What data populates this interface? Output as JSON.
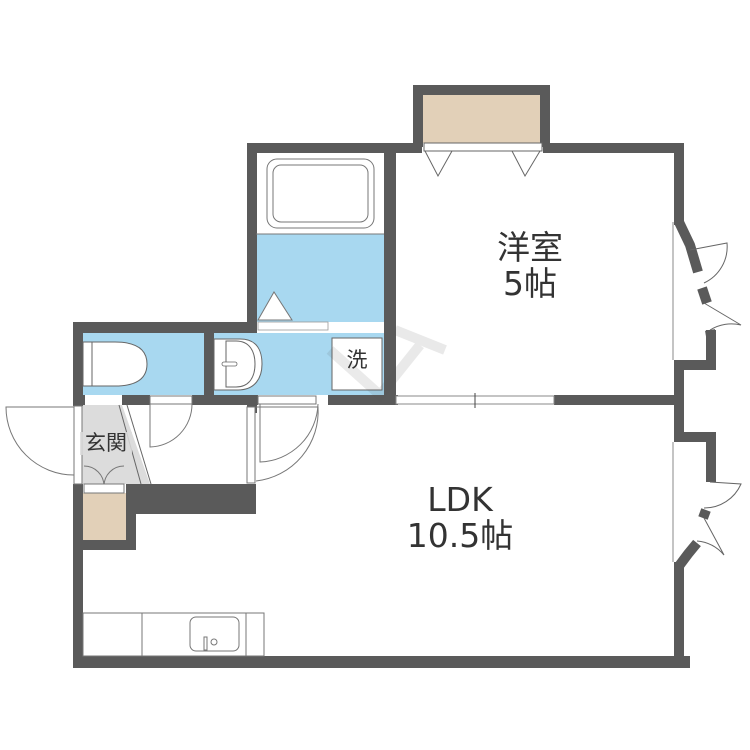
{
  "plan": {
    "title": "Floor plan 1LDK",
    "colors": {
      "wall": "#5a5a5a",
      "wet_area": "#a8d8f0",
      "storage": "#e2d0b8",
      "genkan_floor": "#dcdcdc",
      "floor": "#ffffff",
      "line": "#555555",
      "text": "#333333"
    },
    "rooms": {
      "western_room": {
        "name": "洋室",
        "size": "5帖"
      },
      "ldk": {
        "name": "LDK",
        "size": "10.5帖"
      },
      "entrance": {
        "name": "玄関"
      },
      "washroom": {
        "name": "洗"
      }
    },
    "fixtures": {
      "bathtub": "bathtub-icon",
      "toilet": "toilet-icon",
      "washbasin": "washbasin-icon",
      "kitchen_sink": "sink-icon",
      "closet": "closet",
      "shoe_cabinet": "shoe-cabinet"
    }
  }
}
